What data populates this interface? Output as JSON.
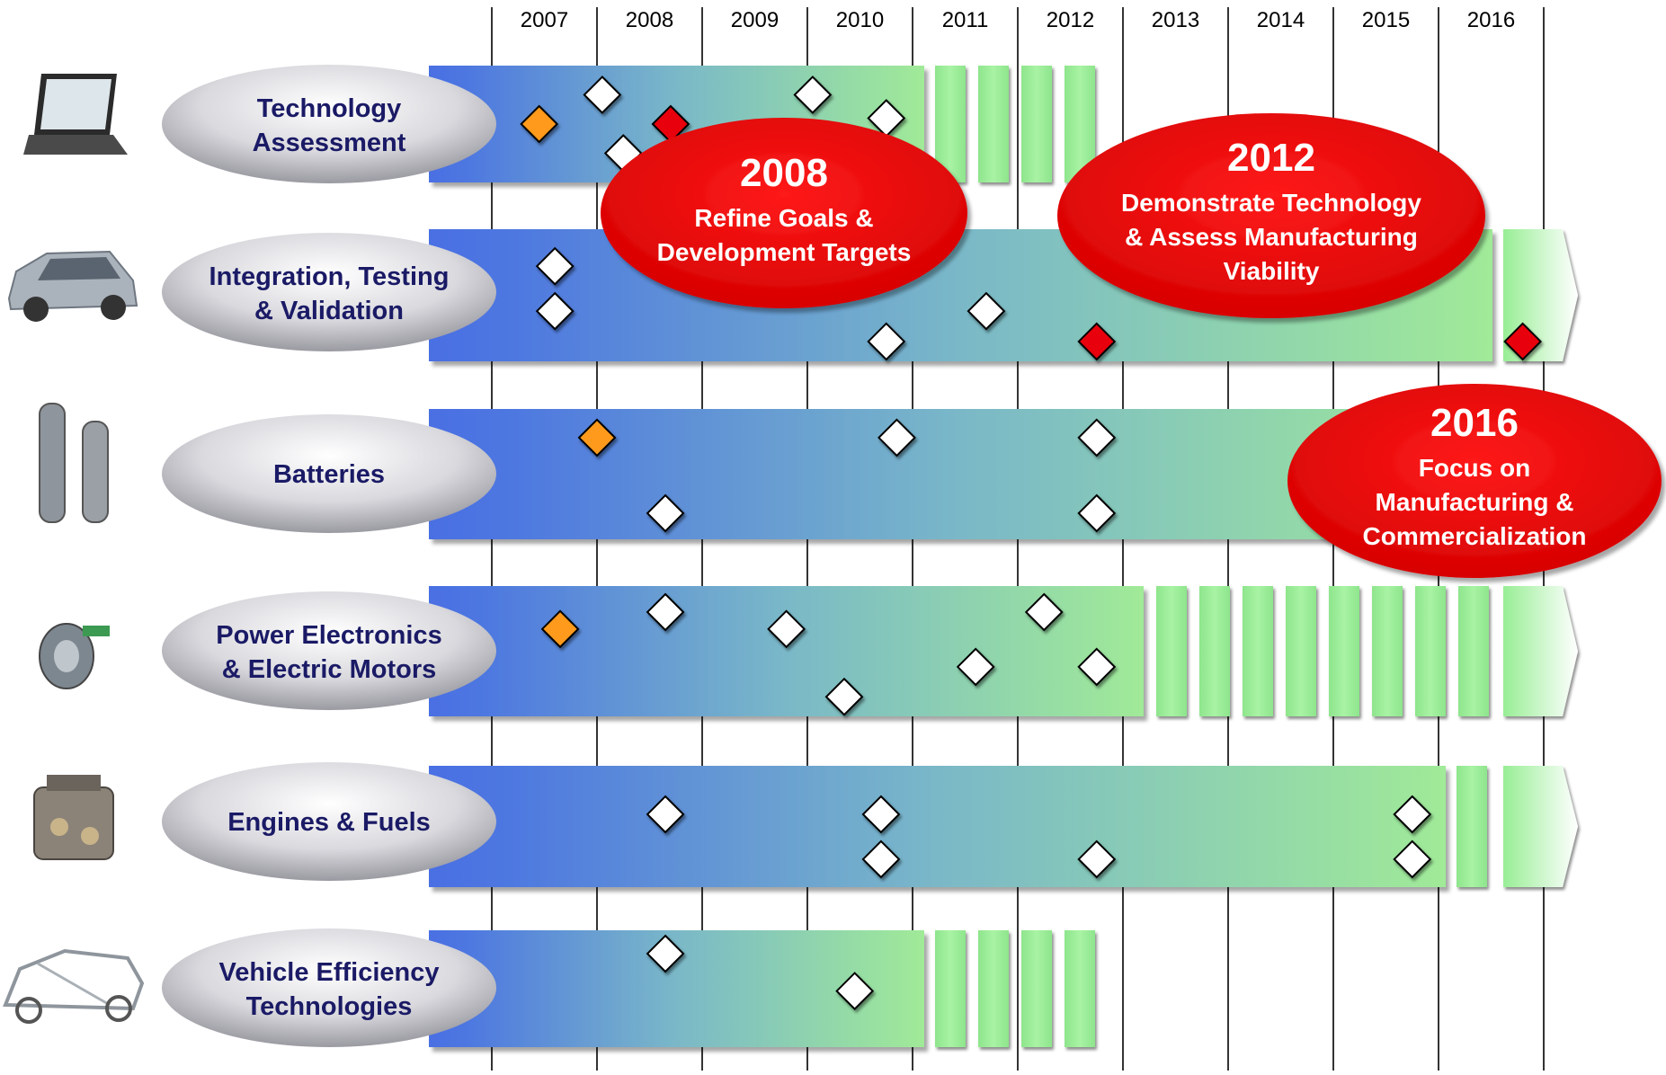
{
  "years": [
    "2007",
    "2008",
    "2009",
    "2010",
    "2011",
    "2012",
    "2013",
    "2014",
    "2015",
    "2016"
  ],
  "colors": {
    "bar_start": "#4169e1",
    "bar_end": "#9ee89a",
    "block": "#9ef09c",
    "milestone_white": "#ffffff",
    "milestone_orange": "#ff9a1a",
    "milestone_red": "#e8000c",
    "ellipse_text": "#1a1a66",
    "callout_fill": "#e60000"
  },
  "rows": [
    {
      "label_line1": "Technology",
      "label_line2": "Assessment",
      "icon": "laptop-icon",
      "milestones": [
        {
          "year": 2007.45,
          "lane": 0.5,
          "kind": "orange"
        },
        {
          "year": 2008.05,
          "lane": 0.25,
          "kind": "white"
        },
        {
          "year": 2008.25,
          "lane": 0.75,
          "kind": "white"
        },
        {
          "year": 2008.7,
          "lane": 0.5,
          "kind": "red"
        },
        {
          "year": 2010.05,
          "lane": 0.25,
          "kind": "white"
        },
        {
          "year": 2010.75,
          "lane": 0.45,
          "kind": "white"
        }
      ]
    },
    {
      "label_line1": "Integration, Testing",
      "label_line2": "& Validation",
      "icon": "suv-icon",
      "milestones": [
        {
          "year": 2007.6,
          "lane": 0.28,
          "kind": "white"
        },
        {
          "year": 2007.6,
          "lane": 0.62,
          "kind": "white"
        },
        {
          "year": 2010.75,
          "lane": 0.85,
          "kind": "white"
        },
        {
          "year": 2011.7,
          "lane": 0.62,
          "kind": "white"
        },
        {
          "year": 2012.75,
          "lane": 0.85,
          "kind": "red"
        },
        {
          "year": 2016.8,
          "lane": 0.85,
          "kind": "red"
        }
      ]
    },
    {
      "label_line1": "Batteries",
      "label_line2": "",
      "icon": "battery-icon",
      "milestones": [
        {
          "year": 2008.0,
          "lane": 0.22,
          "kind": "orange"
        },
        {
          "year": 2008.65,
          "lane": 0.8,
          "kind": "white"
        },
        {
          "year": 2010.85,
          "lane": 0.22,
          "kind": "white"
        },
        {
          "year": 2012.75,
          "lane": 0.22,
          "kind": "white"
        },
        {
          "year": 2012.75,
          "lane": 0.8,
          "kind": "white"
        }
      ]
    },
    {
      "label_line1": "Power Electronics",
      "label_line2": "& Electric Motors",
      "icon": "motor-icon",
      "milestones": [
        {
          "year": 2007.65,
          "lane": 0.33,
          "kind": "orange"
        },
        {
          "year": 2008.65,
          "lane": 0.2,
          "kind": "white"
        },
        {
          "year": 2009.8,
          "lane": 0.33,
          "kind": "white"
        },
        {
          "year": 2010.35,
          "lane": 0.85,
          "kind": "white"
        },
        {
          "year": 2011.6,
          "lane": 0.62,
          "kind": "white"
        },
        {
          "year": 2012.25,
          "lane": 0.2,
          "kind": "white"
        },
        {
          "year": 2012.75,
          "lane": 0.62,
          "kind": "white"
        }
      ]
    },
    {
      "label_line1": "Engines & Fuels",
      "label_line2": "",
      "icon": "engine-icon",
      "milestones": [
        {
          "year": 2008.65,
          "lane": 0.4,
          "kind": "white"
        },
        {
          "year": 2010.7,
          "lane": 0.4,
          "kind": "white"
        },
        {
          "year": 2010.7,
          "lane": 0.77,
          "kind": "white"
        },
        {
          "year": 2012.75,
          "lane": 0.77,
          "kind": "white"
        },
        {
          "year": 2015.75,
          "lane": 0.4,
          "kind": "white"
        },
        {
          "year": 2015.75,
          "lane": 0.77,
          "kind": "white"
        }
      ]
    },
    {
      "label_line1": "Vehicle Efficiency",
      "label_line2": "Technologies",
      "icon": "car-frame-icon",
      "milestones": [
        {
          "year": 2008.65,
          "lane": 0.2,
          "kind": "white"
        },
        {
          "year": 2010.45,
          "lane": 0.52,
          "kind": "white"
        }
      ]
    }
  ],
  "callouts": [
    {
      "year": "2008",
      "line1": "Refine Goals &",
      "line2": "Development Targets",
      "line3": ""
    },
    {
      "year": "2012",
      "line1": "Demonstrate Technology",
      "line2": "& Assess Manufacturing",
      "line3": "Viability"
    },
    {
      "year": "2016",
      "line1": "Focus on",
      "line2": "Manufacturing  &",
      "line3": "Commercialization"
    }
  ]
}
